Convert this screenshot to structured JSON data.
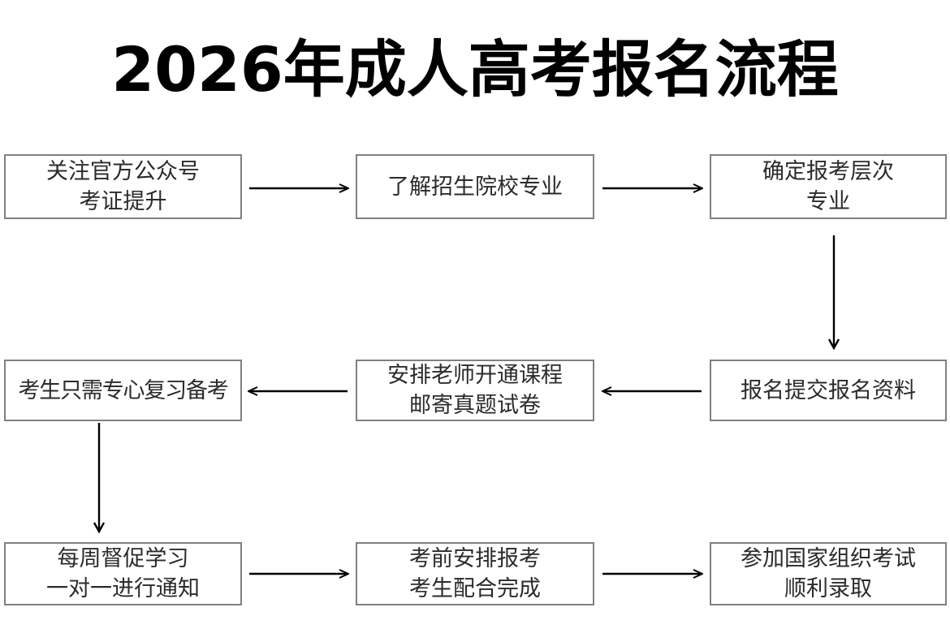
{
  "page": {
    "title": "2026年成人高考报名流程",
    "background_color": "#ffffff",
    "box_border_color": "#808080",
    "box_fill_color": "#ffffff",
    "text_color": "#2b2b2b",
    "arrow_color": "#000000"
  },
  "chart_data": {
    "type": "diagram",
    "diagram_kind": "flowchart",
    "title": "2026年成人高考报名流程",
    "layout": "3-column serpentine (row1 left-to-right, row2 right-to-left, row3 left-to-right)",
    "nodes": [
      {
        "id": "n1",
        "row": 1,
        "col": "left",
        "lines": [
          "关注官方公众号",
          "考证提升"
        ]
      },
      {
        "id": "n2",
        "row": 1,
        "col": "middle",
        "lines": [
          "了解招生院校专业"
        ]
      },
      {
        "id": "n3",
        "row": 1,
        "col": "right",
        "lines": [
          "确定报考层次",
          "专业"
        ]
      },
      {
        "id": "n4",
        "row": 2,
        "col": "right",
        "lines": [
          "报名提交报名资料"
        ]
      },
      {
        "id": "n5",
        "row": 2,
        "col": "middle",
        "lines": [
          "安排老师开通课程",
          "邮寄真题试卷"
        ]
      },
      {
        "id": "n6",
        "row": 2,
        "col": "left",
        "lines": [
          "考生只需专心复习备考"
        ]
      },
      {
        "id": "n7",
        "row": 3,
        "col": "left",
        "lines": [
          "每周督促学习",
          "一对一进行通知"
        ]
      },
      {
        "id": "n8",
        "row": 3,
        "col": "middle",
        "lines": [
          "考前安排报考",
          "考生配合完成"
        ]
      },
      {
        "id": "n9",
        "row": 3,
        "col": "right",
        "lines": [
          "参加国家组织考试",
          "顺利录取"
        ]
      }
    ],
    "edges": [
      {
        "from": "n1",
        "to": "n2",
        "direction": "right"
      },
      {
        "from": "n2",
        "to": "n3",
        "direction": "right"
      },
      {
        "from": "n3",
        "to": "n4",
        "direction": "down"
      },
      {
        "from": "n4",
        "to": "n5",
        "direction": "left"
      },
      {
        "from": "n5",
        "to": "n6",
        "direction": "left"
      },
      {
        "from": "n6",
        "to": "n7",
        "direction": "down"
      },
      {
        "from": "n7",
        "to": "n8",
        "direction": "right"
      },
      {
        "from": "n8",
        "to": "n9",
        "direction": "right"
      }
    ]
  },
  "nodes": {
    "n1": {
      "line1": "关注官方公众号",
      "line2": "考证提升"
    },
    "n2": {
      "line1": "了解招生院校专业"
    },
    "n3": {
      "line1": "确定报考层次",
      "line2": "专业"
    },
    "n4": {
      "line1": "报名提交报名资料"
    },
    "n5": {
      "line1": "安排老师开通课程",
      "line2": "邮寄真题试卷"
    },
    "n6": {
      "line1": "考生只需专心复习备考"
    },
    "n7": {
      "line1": "每周督促学习",
      "line2": "一对一进行通知"
    },
    "n8": {
      "line1": "考前安排报考",
      "line2": "考生配合完成"
    },
    "n9": {
      "line1": "参加国家组织考试",
      "line2": "顺利录取"
    }
  }
}
